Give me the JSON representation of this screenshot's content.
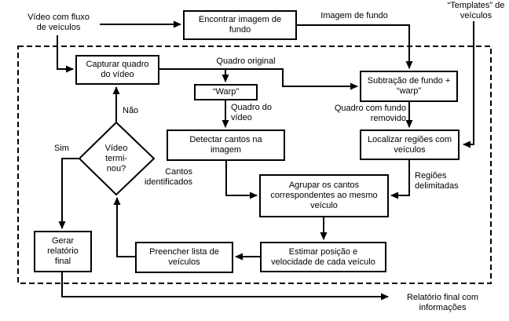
{
  "diagram": {
    "colors": {
      "line": "#000000",
      "background": "#ffffff",
      "box_fill": "#ffffff"
    },
    "nodes": {
      "encontrar_imagem_de_fundo": "Encontrar imagem de\nfundo",
      "capturar_quadro": "Capturar quadro\ndo vídeo",
      "warp": "“Warp”",
      "subtracao_fundo": "Subtração de fundo +\n“warp”",
      "detectar_cantos": "Detectar cantos na\nimagem",
      "localizar_regioes": "Localizar regiões com\nveículos",
      "agrupar_cantos": "Agrupar os cantos\ncorrespondentes ao mesmo\nveículo",
      "estimar_posicao": "Estimar posição e\nvelocidade de cada veículo",
      "preencher_lista": "Preencher lista de\nveículos",
      "gerar_relatorio": "Gerar\nrelatório\nfinal"
    },
    "decision": {
      "video_terminou": "Vídeo\ntermi-\nnou?"
    },
    "labels": {
      "video_fluxo": "Vídeo com fluxo\nde veículos",
      "imagem_fundo": "Imagem de fundo",
      "templates_veiculos": "“Templates” de\nveículos",
      "quadro_original": "Quadro original",
      "nao": "Não",
      "sim": "Sim",
      "quadro_do_video": "Quadro do\nvídeo",
      "quadro_fundo_removido": "Quadro com fundo\nremovido",
      "regioes_delimitadas": "Regiões\ndelimitadas",
      "cantos_identificados": "Cantos\nidentificados",
      "relatorio_final": "Relatório final com\ninformações"
    }
  }
}
